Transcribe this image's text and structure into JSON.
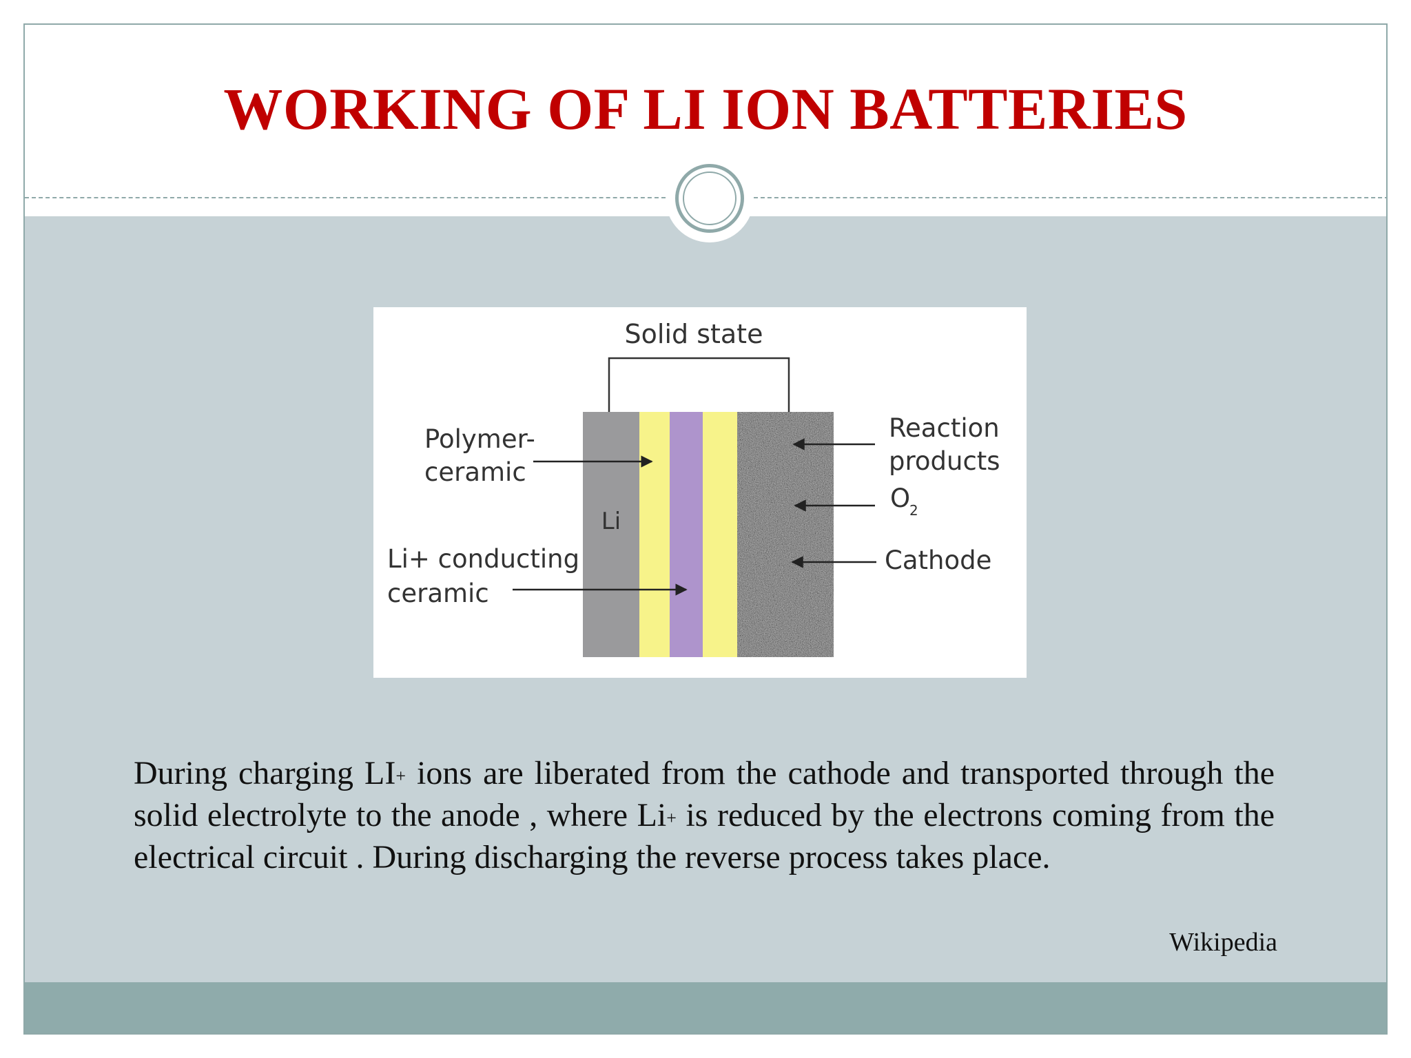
{
  "slide": {
    "title": "WORKING OF LI ION BATTERIES",
    "colors": {
      "title": "#c00000",
      "background": "#c6d2d6",
      "footer": "#8fabab",
      "accent": "#8fa9a9"
    }
  },
  "diagram": {
    "top_label": "Solid state",
    "anode_label": "Li",
    "left_labels": {
      "polymer_line1": "Polymer-",
      "polymer_line2": "ceramic",
      "conducting_line1": "Li+ conducting",
      "conducting_line2": "ceramic"
    },
    "right_labels": {
      "reaction_line1": "Reaction",
      "reaction_line2": "products",
      "oxygen": "O",
      "oxygen_subscript": "2",
      "cathode": "Cathode"
    },
    "layer_colors": {
      "lithium": "#9a9a9c",
      "polymer": "#f7f38a",
      "ceramic": "#ae94cc",
      "cathode": "#6f6f6f"
    }
  },
  "body": {
    "p1": "During charging LI",
    "sup1": "+",
    "p2": " ions are liberated from the cathode and transported through the solid electrolyte to the anode , where Li",
    "sup2": "+",
    "p3": " is reduced by the electrons coming from the electrical circuit . During discharging the reverse process takes place."
  },
  "source": "Wikipedia"
}
